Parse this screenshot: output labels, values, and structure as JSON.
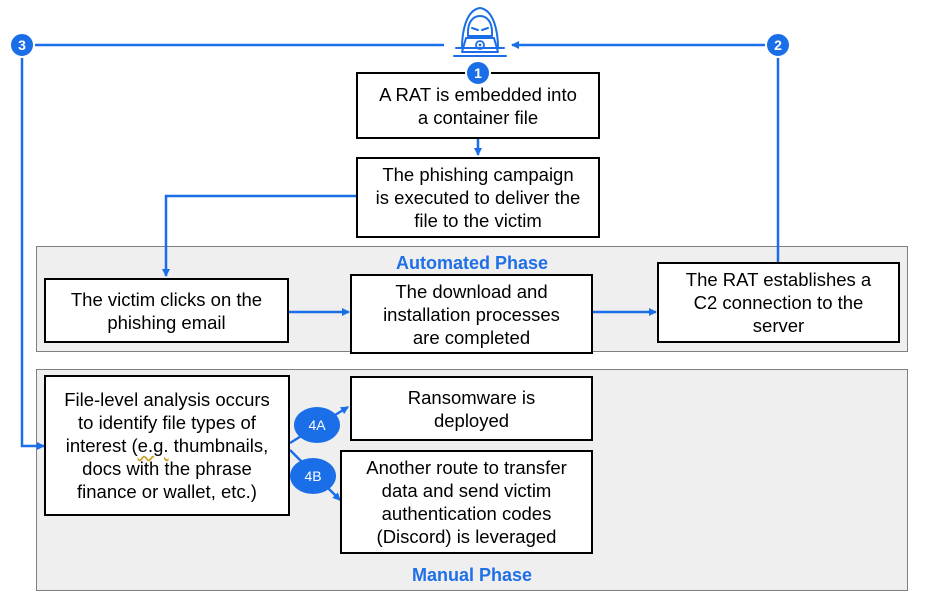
{
  "colors": {
    "accent": "#1a6fe8",
    "phase_title": "#1f6fe6",
    "phase_bg": "#efefef"
  },
  "icons": {
    "attacker": "hacker-laptop-icon"
  },
  "phases": {
    "automated": "Automated Phase",
    "manual": "Manual Phase"
  },
  "badges": {
    "b1": "1",
    "b2": "2",
    "b3": "3",
    "b4a": "4A",
    "b4b": "4B"
  },
  "steps": {
    "rat_embedded": "A RAT is embedded into\na container file",
    "phishing_campaign": "The phishing campaign\nis executed to deliver the\nfile to the victim",
    "victim_clicks": "The victim clicks on the\nphishing email",
    "download_install": "The download and\ninstallation processes\nare completed",
    "c2_connection": "The RAT establishes a\nC2 connection to the\nserver",
    "file_analysis_pre": "File-level analysis occurs\nto identify file types of\ninterest (",
    "file_analysis_eg": "e.g.",
    "file_analysis_post": " thumbnails,\ndocs with the phrase\nfinance or wallet, etc.)",
    "ransomware": "Ransomware is\ndeployed",
    "another_route": "Another route to transfer\ndata and send victim\nauthentication codes\n(Discord) is leveraged"
  }
}
